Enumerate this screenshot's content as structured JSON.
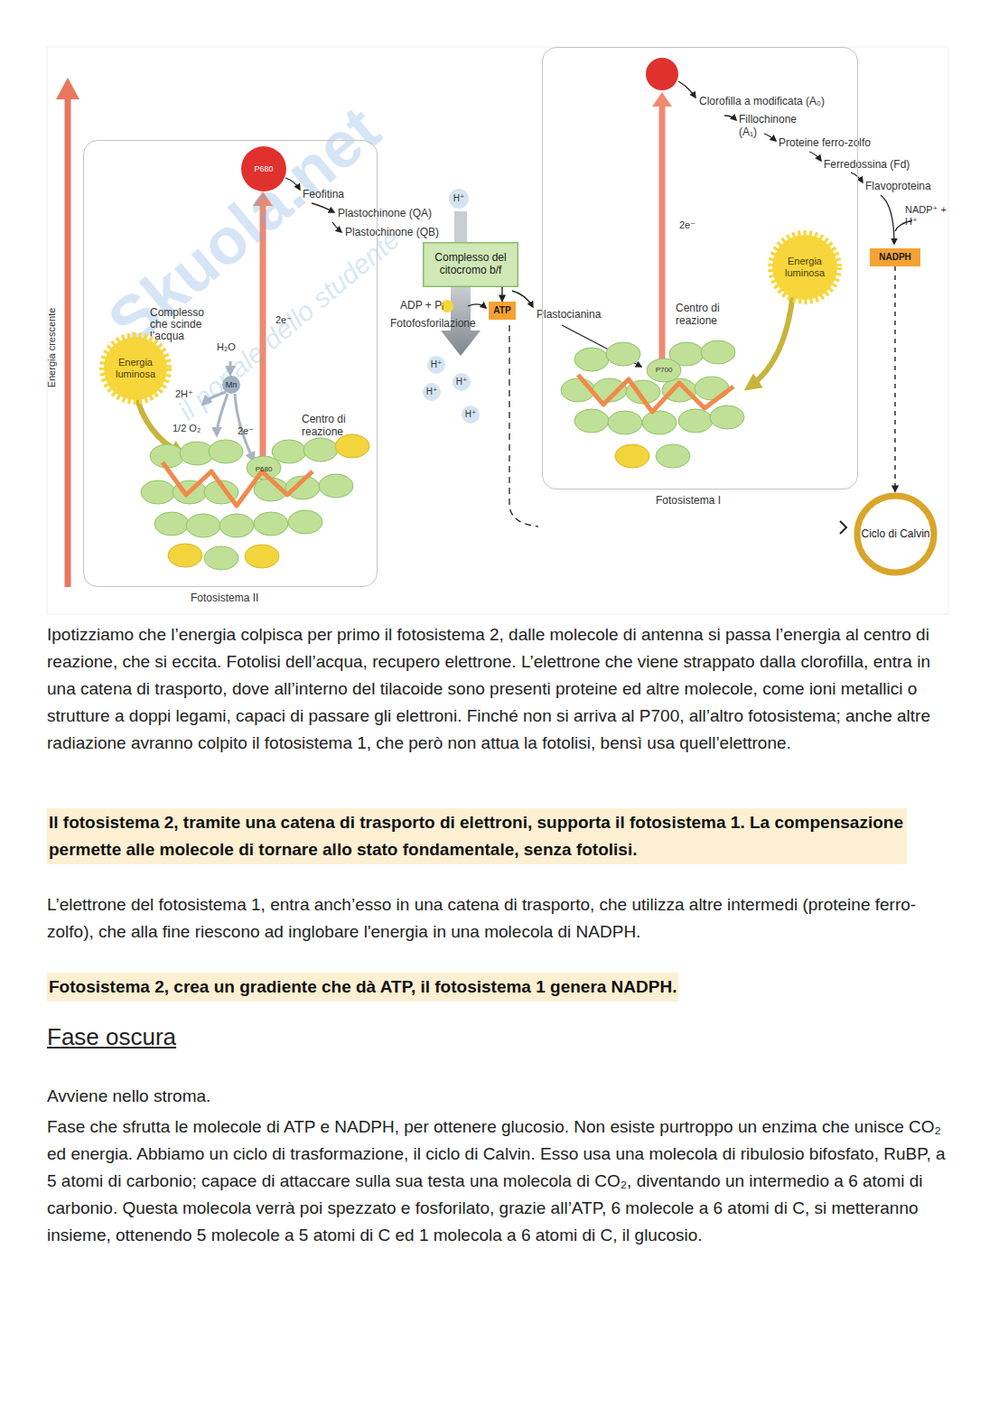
{
  "diagram": {
    "nodes": [
      {
        "text": [
          "Fotosistema II"
        ]
      },
      {
        "text": [
          "P680"
        ],
        "in": 0
      },
      {
        "text": [
          "Energia luminosa"
        ],
        "in": 0
      },
      {
        "text": [
          "Mn"
        ],
        "in": 0
      },
      {
        "text": [
          "Complesso del citocromo b/f"
        ]
      },
      {
        "text": [
          "ATP"
        ]
      },
      {
        "text": [
          "Fotosistema I"
        ]
      },
      {
        "text": [
          "Energia luminosa"
        ],
        "in": 6
      },
      {
        "text": [
          "NADPH"
        ]
      },
      {
        "text": [
          "Ciclo di Calvin"
        ]
      },
      {
        "text": [
          "Il fotosistema 2, tramite una catena di trasporto di elettroni, supporta il fotosistema 1. La compensazione permette alle molecole di tornare allo stato fondamentale, senza fotolisi."
        ]
      },
      {
        "text": [
          "Fotosistema 2, crea un gradiente che dà ATP, il fotosistema 1 genera NADPH."
        ]
      }
    ],
    "edges": [
      {
        "from": 4,
        "to": 5,
        "arrow": "to"
      },
      {
        "from": 8,
        "to": 9,
        "arrow": "to"
      }
    ],
    "labels": [
      "Skuola.net",
      "il portale dello studente",
      "Energia crescente",
      "Feofitina",
      "Plastochinone (QA)",
      "Plastochinone (QB)",
      "H⁺",
      "H⁺",
      "H⁺",
      "H⁺",
      "H⁺",
      "ADP + Pᵢ",
      "Fotofosforilazione",
      "Plastocianina",
      "Complesso che scinde l’acqua",
      "H₂O",
      "2H⁺",
      "1/2 O₂",
      "2e⁻",
      "2e⁻",
      "Centro di reazione",
      "P680",
      "Clorofilla a modificata (A₀)",
      "Fillochinone (A₁)",
      "Proteine ferro-zolfo",
      "Ferredossina (Fd)",
      "Flavoproteina",
      "NADP⁺ + H⁺",
      "2e⁻",
      "Centro di reazione",
      "P700",
      "Ipotizziamo che l’energia colpisca per primo il fotosistema 2, dalle molecole di antenna si passa l’energia al centro di reazione, che si eccita. Fotolisi dell’acqua, recupero elettrone. L’elettrone che viene strappato dalla clorofilla, entra in una catena di trasporto, dove all’interno del tilacoide sono presenti proteine ed altre molecole, come ioni metallici o strutture a doppi legami, capaci di passare gli elettroni. Finché non si arriva al P700, all’altro fotosistema; anche altre radiazione avranno colpito il fotosistema 1, che però non attua la fotolisi, bensì usa quell’elettrone.",
      "L’elettrone del fotosistema 1, entra anch’esso in una catena di trasporto, che utilizza altre intermedi (proteine ferro-zolfo), che alla fine riescono ad inglobare l'energia in una molecola di NADPH.",
      "Fase oscura",
      "Avviene nello stroma.",
      "Fase che sfrutta le molecole di ATP e NADPH, per ottenere glucosio. Non esiste purtroppo un enzima che unisce CO₂ ed energia. Abbiamo un ciclo di trasformazione, il ciclo di Calvin. Esso usa una molecola di ribulosio bifosfato, RuBP, a 5 atomi di carbonio; capace di attaccare sulla sua testa una molecola di CO₂, diventando un intermedio a 6 atomi di carbonio. Questa molecola verrà poi spezzato e fosforilato, grazie all’ATP, 6 molecole a 6 atomi di C, si metteranno insieme, ottenendo 5 molecole a 5 atomi di C ed 1 molecola a 6 atomi di C, il glucosio."
    ]
  }
}
